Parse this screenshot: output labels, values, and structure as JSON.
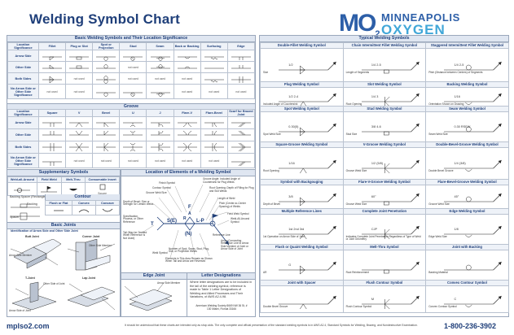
{
  "title": "Welding Symbol Chart",
  "logo": {
    "mark": "MO",
    "sub": "2",
    "line1": "MINNEAPOLIS",
    "line2": "OXYGEN"
  },
  "left": {
    "basic_header": "Basic Welding Symbols and Their Location Significance",
    "basic_cols": [
      "Location Significance",
      "Fillet",
      "Plug or Slot",
      "Spot or Projection",
      "Stud",
      "Seam",
      "Back or Backing",
      "Surfacing",
      "Edge"
    ],
    "basic_rows": [
      "Arrow Side",
      "Other Side",
      "Both Sides",
      "No Arrow Side or Other Side Significance"
    ],
    "groove_header": "Groove",
    "groove_cols": [
      "Location Significance",
      "Square",
      "V",
      "Bevel",
      "U",
      "J",
      "Flare-V",
      "Flare-Bevel",
      "Scarf for Brazed Joint"
    ],
    "groove_rows": [
      "Arrow Side",
      "Other Side",
      "Both Sides",
      "No Arrow Side or Other Side Significance"
    ],
    "not_used": "not used",
    "supp_header": "Supplementary Symbols",
    "supp_cols": [
      "Weld-all-Around",
      "Field Weld",
      "Melt-Thru",
      "Consumable Insert"
    ],
    "supp_labels": [
      "Square",
      "Backing Spacer (Rectangle)",
      "Backing",
      "Spacer"
    ],
    "contour_header": "Contour",
    "contour_cols": [
      "Flush or Flat",
      "Convex",
      "Concave"
    ],
    "basic_joints_header": "Basic Joints",
    "basic_joints_sub": "Identification of Arrow Side and Other Side Joint",
    "joints": [
      "Butt Joint",
      "Corner Joint",
      "T-Joint",
      "Lap Joint",
      "Edge Joint"
    ],
    "joint_labels": [
      "Arrow Side Member",
      "Other Side Member",
      "Other Side of Joint",
      "Arrow Side of Joint"
    ],
    "location_header": "Location of Elements of a Welding Symbol",
    "location_labels": [
      "Groove Angle; Included Angle of Countersink for Plug Welds",
      "Root Opening; Depth of Filling for Plug and Slot Welds",
      "Length of Weld",
      "Pitch (Center-to-Center Spacing) of Welds",
      "Field Weld Symbol",
      "Weld-All-Around Symbol",
      "Arrow Connecting Reference Line to Arrow Side Member of Joint or Arrow Side of Joint",
      "Reference Line",
      "Number of Spot, Seam, Stud, Plug, Slot, or Projection Welds",
      "Elements in This Area Remain as Shown When Tail and Arrow are Reversed",
      "Weld Symbol",
      "Tail (May be Omitted When Reference is Not Used)",
      "Specification, Process, or Other Reference",
      "Depth of Bevel; Size or Strength for Certain Welds",
      "Groove Weld Size",
      "Contour Symbol",
      "Finish Symbol",
      "Arrow Side",
      "Other Side",
      "Both Sides"
    ],
    "diagram_letters": [
      "F",
      "A",
      "R",
      "T",
      "S(E)",
      "L-P",
      "(N)"
    ],
    "lap_header": "Lap Joint",
    "edge_header": "Edge Joint",
    "label_desig_header": "Letter Designations",
    "label_desig_text": "Where letter designations are to be included in the tail of the welding symbol, reference is made to Table 1 Letter Designations of Welding and Allied Processes and Their Variations, of AWS A2.4-98.",
    "aws_ref": "American Welding Society 8669 NW 36 St, # 130 Miami, Florida 33166"
  },
  "right": {
    "typical_header": "Typical Welding Symbols",
    "sections": [
      "Double-Fillet Welding Symbol",
      "Chain Intermittent Fillet Welding Symbol",
      "Staggered Intermittent Fillet Welding Symbol",
      "Plug Welding Symbol",
      "Slot Welding Symbol",
      "Backing Welding Symbol",
      "Spot Welding Symbol",
      "Stud Welding Symbol",
      "Seam Welding Symbol",
      "Square-Groove Welding Symbol",
      "V-Groove Welding Symbol",
      "Double-Bevel-Groove Welding Symbol",
      "Symbol with Backgouging",
      "Flare-V-Groove Welding Symbol",
      "Flare-Bevel-Groove Welding Symbol",
      "Multiple Reference Lines",
      "Complete Joint Penetration",
      "Edge Welding Symbol",
      "Flush or Quaint Welding Symbol",
      "Melt-Thru Symbol",
      "Joint with Backing",
      "Joint with Spacer",
      "Flush Contour Symbol",
      "Convex Contour Symbol"
    ],
    "small_labels": {
      "size": "Size",
      "length": "Length of Segments",
      "pitch": "Pitch (Distance between Centers) of Segments",
      "omission": "Omission of Length Indicates that Weld Extends Between Abrupt Changes in Direction or as Dimensioned",
      "included_angle": "Included Angle of Countersink",
      "pitch2": "Pitch (Distance Between Centers)",
      "depth_filling": "Depth of Filling (Omission Indicates Filling is Complete)",
      "plug_size": "Plug Weld Size",
      "root_opening": "Root Opening",
      "or": "OR",
      "orientation": "Orientation Shown on Drawing",
      "spot_size": "Spot Weld Size",
      "number_welds": "Number of Welds",
      "stud_size": "Stud Size",
      "seam_size": "Seam Weld Size",
      "process": "Process",
      "first_op": "1st Operation on Arrow Side of Joint",
      "second_op": "2nd Operation on Other Side of Joint",
      "third_op": "3rd Operation",
      "cjp": "Indicates Complete Joint Penetration Regardless of Type of Weld or Joint Geometry",
      "edge_size": "Edge Weld Size",
      "groove_size": "Groove Weld Size",
      "depth_bevel": "Depth of Bevel",
      "root_reinf": "Root Reinforcement",
      "double_bevel": "Double Bevel Groove",
      "backing_mat": "Backing Material",
      "backing_weld": "Backing Weld",
      "with_backing": "With Backing",
      "ar": "AR",
      "m": "M",
      "c": "C",
      "g": "G",
      "m_ring": "Convex Contour Symbol",
      "flush": "Flush Contour Symbol"
    },
    "numbers": {
      "fillet_a": "1/2",
      "fillet_b": "1/4",
      "chain_dim": "1/4   2-5",
      "stag_dim": "1/4   2-5",
      "plug": "1/2  2-4",
      "slot": "1/4  3",
      "spot": "0.30(5)",
      "stud": "3/8  4-6",
      "seam": "0.30  RSEW",
      "sq": "1/16",
      "v1": "1/2  (5/8)",
      "v2": "60°",
      "db1": "1/4  (3/8)",
      "db2": "45°",
      "bg": "3/8",
      "mrl": "1st  2nd  3rd",
      "cjp": "CJP",
      "edge": "1/8",
      "fl": "G",
      "mt": "",
      "jb": "",
      "js": "",
      "fc": "M",
      "cc": "C"
    }
  },
  "footer": {
    "url": "mplso2.com",
    "note": "It should be understood that these charts are intended only as shop aids. The only complete and official presentation of the standard welding symbols is in AWS A2.4, Standard Symbols for Welding, Brazing, and Nondestructive Examination.",
    "phone": "1-800-236-3902"
  },
  "colors": {
    "accent": "#1f3f7a",
    "accent_light": "#41a7d8",
    "header_fill": "#dfe6f1"
  }
}
